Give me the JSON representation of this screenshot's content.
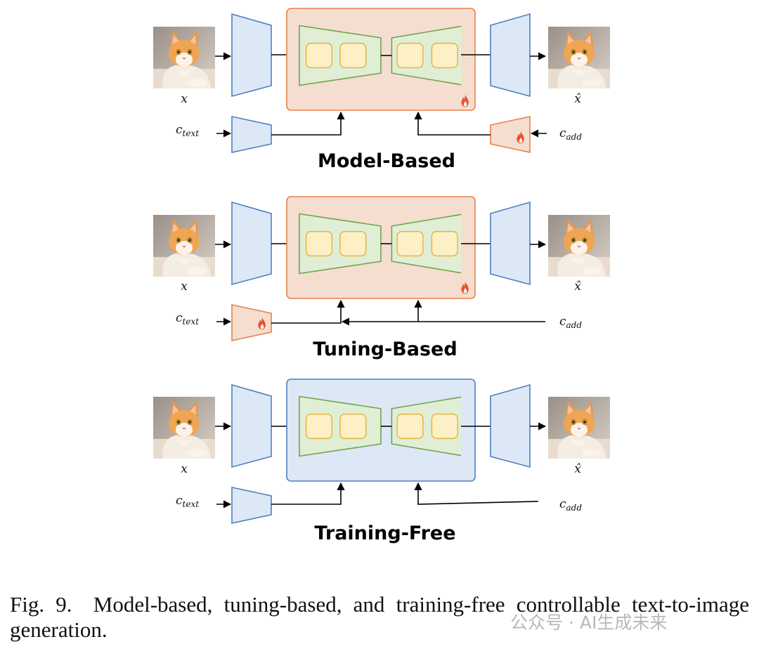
{
  "panels": [
    {
      "title": "Model-Based",
      "input_label": "x",
      "output_label": "x̂",
      "text_cond": "text",
      "add_cond": "add",
      "trainable": "backbone + adapter"
    },
    {
      "title": "Tuning-Based",
      "input_label": "x",
      "output_label": "x̂",
      "text_cond": "text",
      "add_cond": "add",
      "trainable": "backbone + text encoder"
    },
    {
      "title": "Training-Free",
      "input_label": "x",
      "output_label": "x̂",
      "text_cond": "text",
      "add_cond": "add",
      "trainable": "none"
    }
  ],
  "caption": {
    "fig_label": "Fig. 9.",
    "text": "Model-based, tuning-based, and training-free controllable text-to-image generation."
  },
  "watermark": "公众号 · AI生成未来",
  "colors": {
    "encoder_fill": "#dce8f5",
    "encoder_stroke": "#4e7fc2",
    "trainable_fill": "#f5ddd0",
    "trainable_stroke": "#e8824a",
    "frozen_fill": "#dce8f5",
    "unet_fill": "#e0eed6",
    "unet_stroke": "#6ea24a",
    "block_fill": "#fdf0c6",
    "block_stroke": "#e6b43a",
    "fire": "#e8502a"
  }
}
